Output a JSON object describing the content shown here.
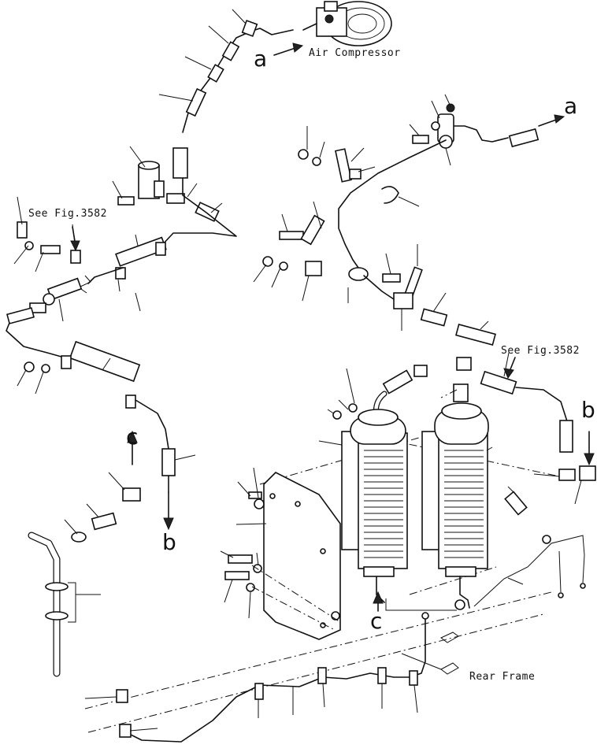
{
  "labels": {
    "air_compressor": "Air Compressor",
    "see_fig_left": "See Fig.3582",
    "see_fig_right": "See Fig.3582",
    "rear_frame": "Rear Frame",
    "a_top": "a",
    "a_right": "a",
    "b_left": "b",
    "b_right": "b",
    "c_left": "c",
    "c_bottom": "c"
  }
}
